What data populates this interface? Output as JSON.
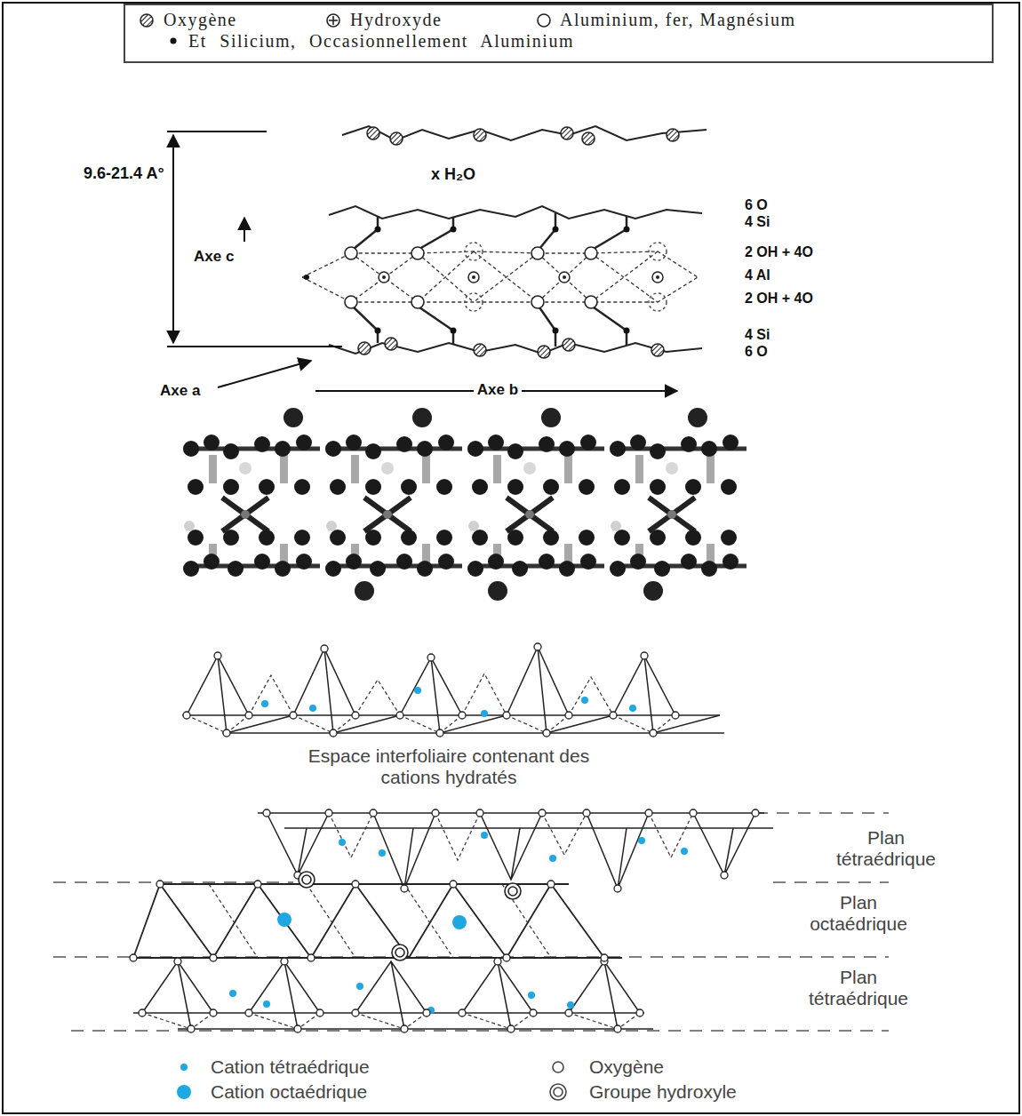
{
  "diagram": {
    "labels": [
      "9.6-21.4 A°",
      "x H₂O",
      "Axe c",
      "6 O",
      "4 Si",
      "2 OH + 4O",
      "4 Al",
      "2 OH + 4O",
      "4 Si",
      "6 O",
      "Axe a",
      "Axe b",
      "Espace interfoliaire contenant des cations hydratés",
      "Plan tétraédrique",
      "Plan octaédrique",
      "Plan tétraédrique"
    ],
    "legend": [
      {
        "text": "Oxygène"
      },
      {
        "text": "Hydroxyde"
      },
      {
        "text": "Aluminium, fer, Magnésium"
      },
      {
        "text": "Et Silicium, Occasionnellement Aluminium"
      },
      {
        "text": "Cation tétraédrique",
        "color": "#1ea7e1"
      },
      {
        "text": "Cation octaédrique",
        "color": "#1ea7e1"
      },
      {
        "text": "Oxygène"
      },
      {
        "text": "Groupe hydroxyle"
      }
    ]
  }
}
